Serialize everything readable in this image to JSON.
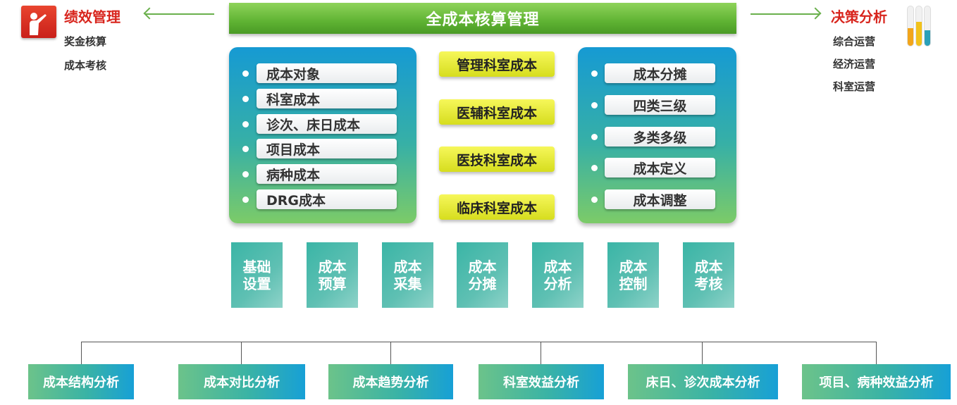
{
  "title": "全成本核算管理",
  "left_corner": {
    "title": "绩效管理",
    "items": [
      "奖金核算",
      "成本考核"
    ],
    "icon": "presenter-icon",
    "color": "#d8251d"
  },
  "right_corner": {
    "title": "决策分析",
    "items": [
      "综合运营",
      "经济运营",
      "科室运营"
    ],
    "icon": "test-tube-bars-icon",
    "bar_levels": [
      0.45,
      0.6,
      0.4
    ],
    "bar_colors": [
      "#f2a51a",
      "#f2c21a",
      "#2aa0b8"
    ]
  },
  "left_panel": {
    "items": [
      "成本对象",
      "科室成本",
      "诊次、床日成本",
      "项目成本",
      "病种成本",
      "DRG成本"
    ]
  },
  "center_labels": [
    "管理科室成本",
    "医辅科室成本",
    "医技科室成本",
    "临床科室成本"
  ],
  "right_panel": {
    "items": [
      "成本分摊",
      "四类三级",
      "多类多级",
      "成本定义",
      "成本调整"
    ]
  },
  "modules": [
    {
      "line1": "基础",
      "line2": "设置"
    },
    {
      "line1": "成本",
      "line2": "预算"
    },
    {
      "line1": "成本",
      "line2": "采集"
    },
    {
      "line1": "成本",
      "line2": "分摊"
    },
    {
      "line1": "成本",
      "line2": "分析"
    },
    {
      "line1": "成本",
      "line2": "控制"
    },
    {
      "line1": "成本",
      "line2": "考核"
    }
  ],
  "analyses": [
    "成本结构分析",
    "成本对比分析",
    "成本趋势分析",
    "科室效益分析",
    "床日、诊次成本分析",
    "项目、病种效益分析"
  ],
  "colors": {
    "title_bar": "#5fb333",
    "arrow": "#6ab04c",
    "panel_top": "#169ad3",
    "panel_bottom": "#7ccb68",
    "yellow": "#e6ec2c",
    "module": "#3ab5a6"
  }
}
